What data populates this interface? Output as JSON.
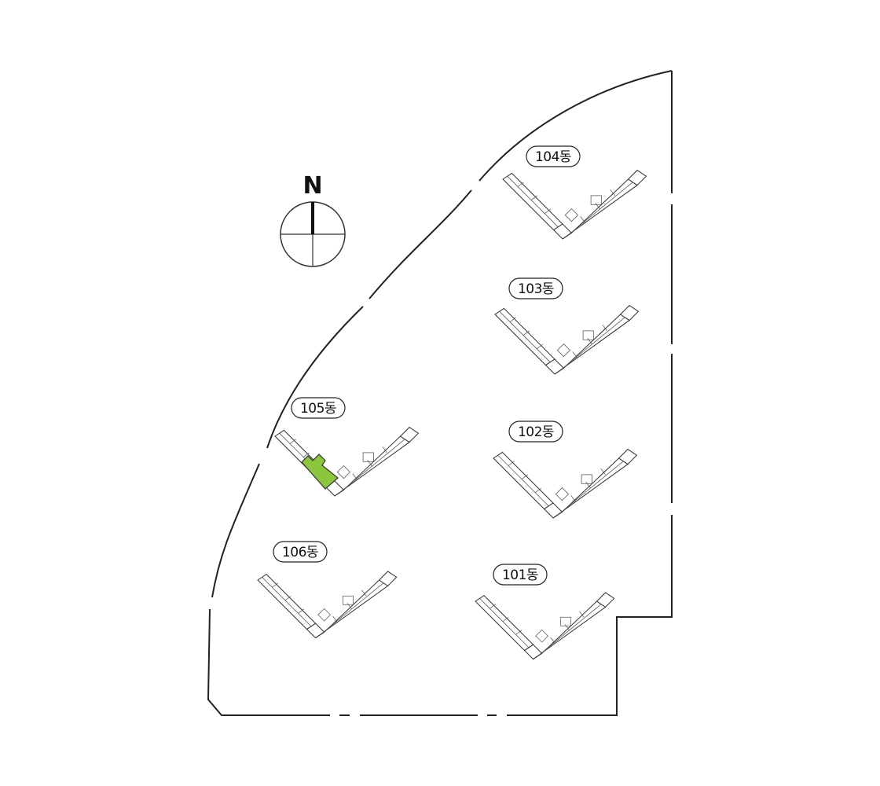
{
  "compass": {
    "label": "N"
  },
  "buildings": [
    {
      "id": "104",
      "label": "104동",
      "highlight": false
    },
    {
      "id": "103",
      "label": "103동",
      "highlight": false
    },
    {
      "id": "105",
      "label": "105동",
      "highlight": true
    },
    {
      "id": "102",
      "label": "102동",
      "highlight": false
    },
    {
      "id": "106",
      "label": "106동",
      "highlight": false
    },
    {
      "id": "101",
      "label": "101동",
      "highlight": false
    }
  ],
  "colors": {
    "highlight": "#8cc63f",
    "boundary": "#222222",
    "building_line": "#333333"
  }
}
